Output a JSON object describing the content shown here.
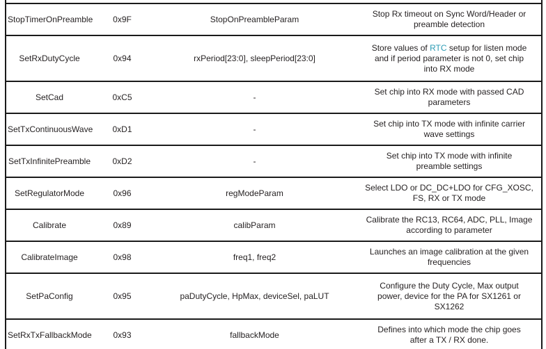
{
  "colors": {
    "text": "#231f20",
    "border": "#1a1a1a",
    "link": "#2b9bb4"
  },
  "table": {
    "rows": [
      {
        "command": "StopTimerOnPreamble",
        "opcode": "0x9F",
        "parameters": "StopOnPreambleParam",
        "desc": [
          "Stop Rx timeout on Sync Word/Header or",
          "preamble detection"
        ]
      },
      {
        "command": "SetRxDutyCycle",
        "opcode": "0x94",
        "parameters": "rxPeriod[23:0], sleepPeriod[23:0]",
        "desc_rich": {
          "pre": "Store values of ",
          "link": "RTC",
          "post": " setup for listen mode"
        },
        "desc": [
          "and if period parameter is not 0, set chip",
          "into RX mode"
        ]
      },
      {
        "command": "SetCad",
        "opcode": "0xC5",
        "parameters": "-",
        "desc": [
          "Set chip into RX mode with passed CAD",
          "parameters"
        ]
      },
      {
        "command": "SetTxContinuousWave",
        "opcode": "0xD1",
        "parameters": "-",
        "desc": [
          "Set chip into TX mode with infinite carrier",
          "wave settings"
        ]
      },
      {
        "command": "SetTxInfinitePreamble",
        "opcode": "0xD2",
        "parameters": "-",
        "desc": [
          "Set chip into TX mode with infinite",
          "preamble settings"
        ]
      },
      {
        "command": "SetRegulatorMode",
        "opcode": "0x96",
        "parameters": "regModeParam",
        "desc": [
          "Select LDO or DC_DC+LDO for CFG_XOSC,",
          "FS, RX or TX mode"
        ]
      },
      {
        "command": "Calibrate",
        "opcode": "0x89",
        "parameters": "calibParam",
        "desc": [
          "Calibrate the RC13, RC64, ADC, PLL, Image",
          "according to parameter"
        ]
      },
      {
        "command": "CalibrateImage",
        "opcode": "0x98",
        "parameters": "freq1, freq2",
        "desc": [
          "Launches an image calibration at the given",
          "frequencies"
        ]
      },
      {
        "command": "SetPaConfig",
        "opcode": "0x95",
        "parameters": "paDutyCycle, HpMax, deviceSel, paLUT",
        "desc": [
          "Configure the Duty Cycle, Max output",
          "power, device for the PA for SX1261 or",
          "SX1262"
        ]
      },
      {
        "command": "SetRxTxFallbackMode",
        "opcode": "0x93",
        "parameters": "fallbackMode",
        "desc": [
          "Defines into which mode the chip goes",
          "after a TX / RX done."
        ]
      }
    ]
  }
}
